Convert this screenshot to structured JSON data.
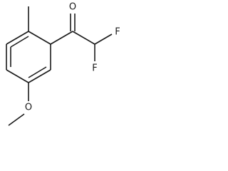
{
  "structure": {
    "atoms": {
      "oxygen_carbonyl": "O",
      "fluorine_1": "F",
      "fluorine_2": "F",
      "oxygen_methoxy": "O"
    }
  },
  "colors": {
    "ink": "#1a1a1a",
    "background": "#ffffff"
  }
}
